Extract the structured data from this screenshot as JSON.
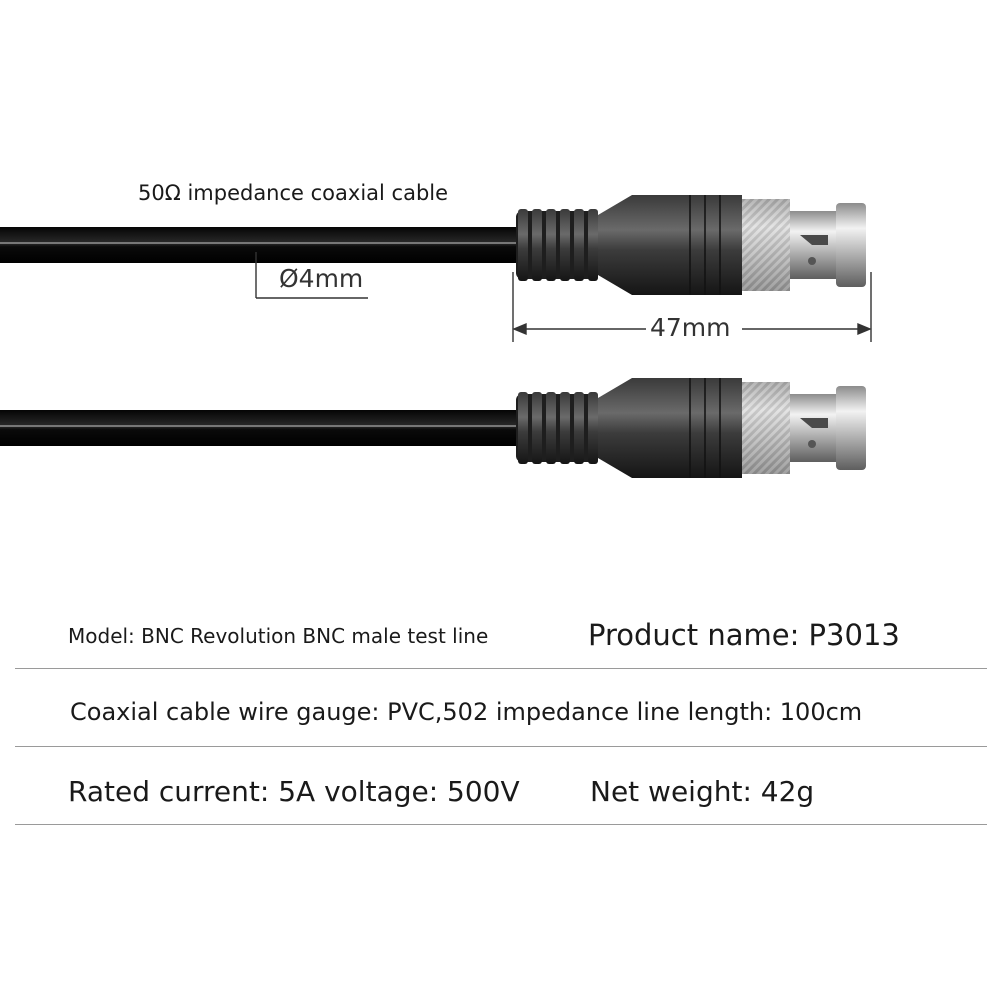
{
  "illustration": {
    "cable_label": "50Ω impedance coaxial cable",
    "diameter_label": "Ø4mm",
    "length_label": "47mm"
  },
  "specs": {
    "model": "Model: BNC Revolution BNC male test line",
    "product_name": "Product name: P3013",
    "wire_gauge": "Coaxial cable wire gauge: PVC,502 impedance line length: 100cm",
    "rating": "Rated current: 5A voltage: 500V",
    "net_weight": "Net weight: 42g"
  },
  "colors": {
    "cable": "#0d0d0d",
    "boot": "#2b2b2b",
    "metal": "#c8c8c8",
    "rule": "#9a9a9a"
  },
  "icons": [
    "bnc-connector-icon",
    "coaxial-cable-icon",
    "dimension-arrow-icon"
  ]
}
